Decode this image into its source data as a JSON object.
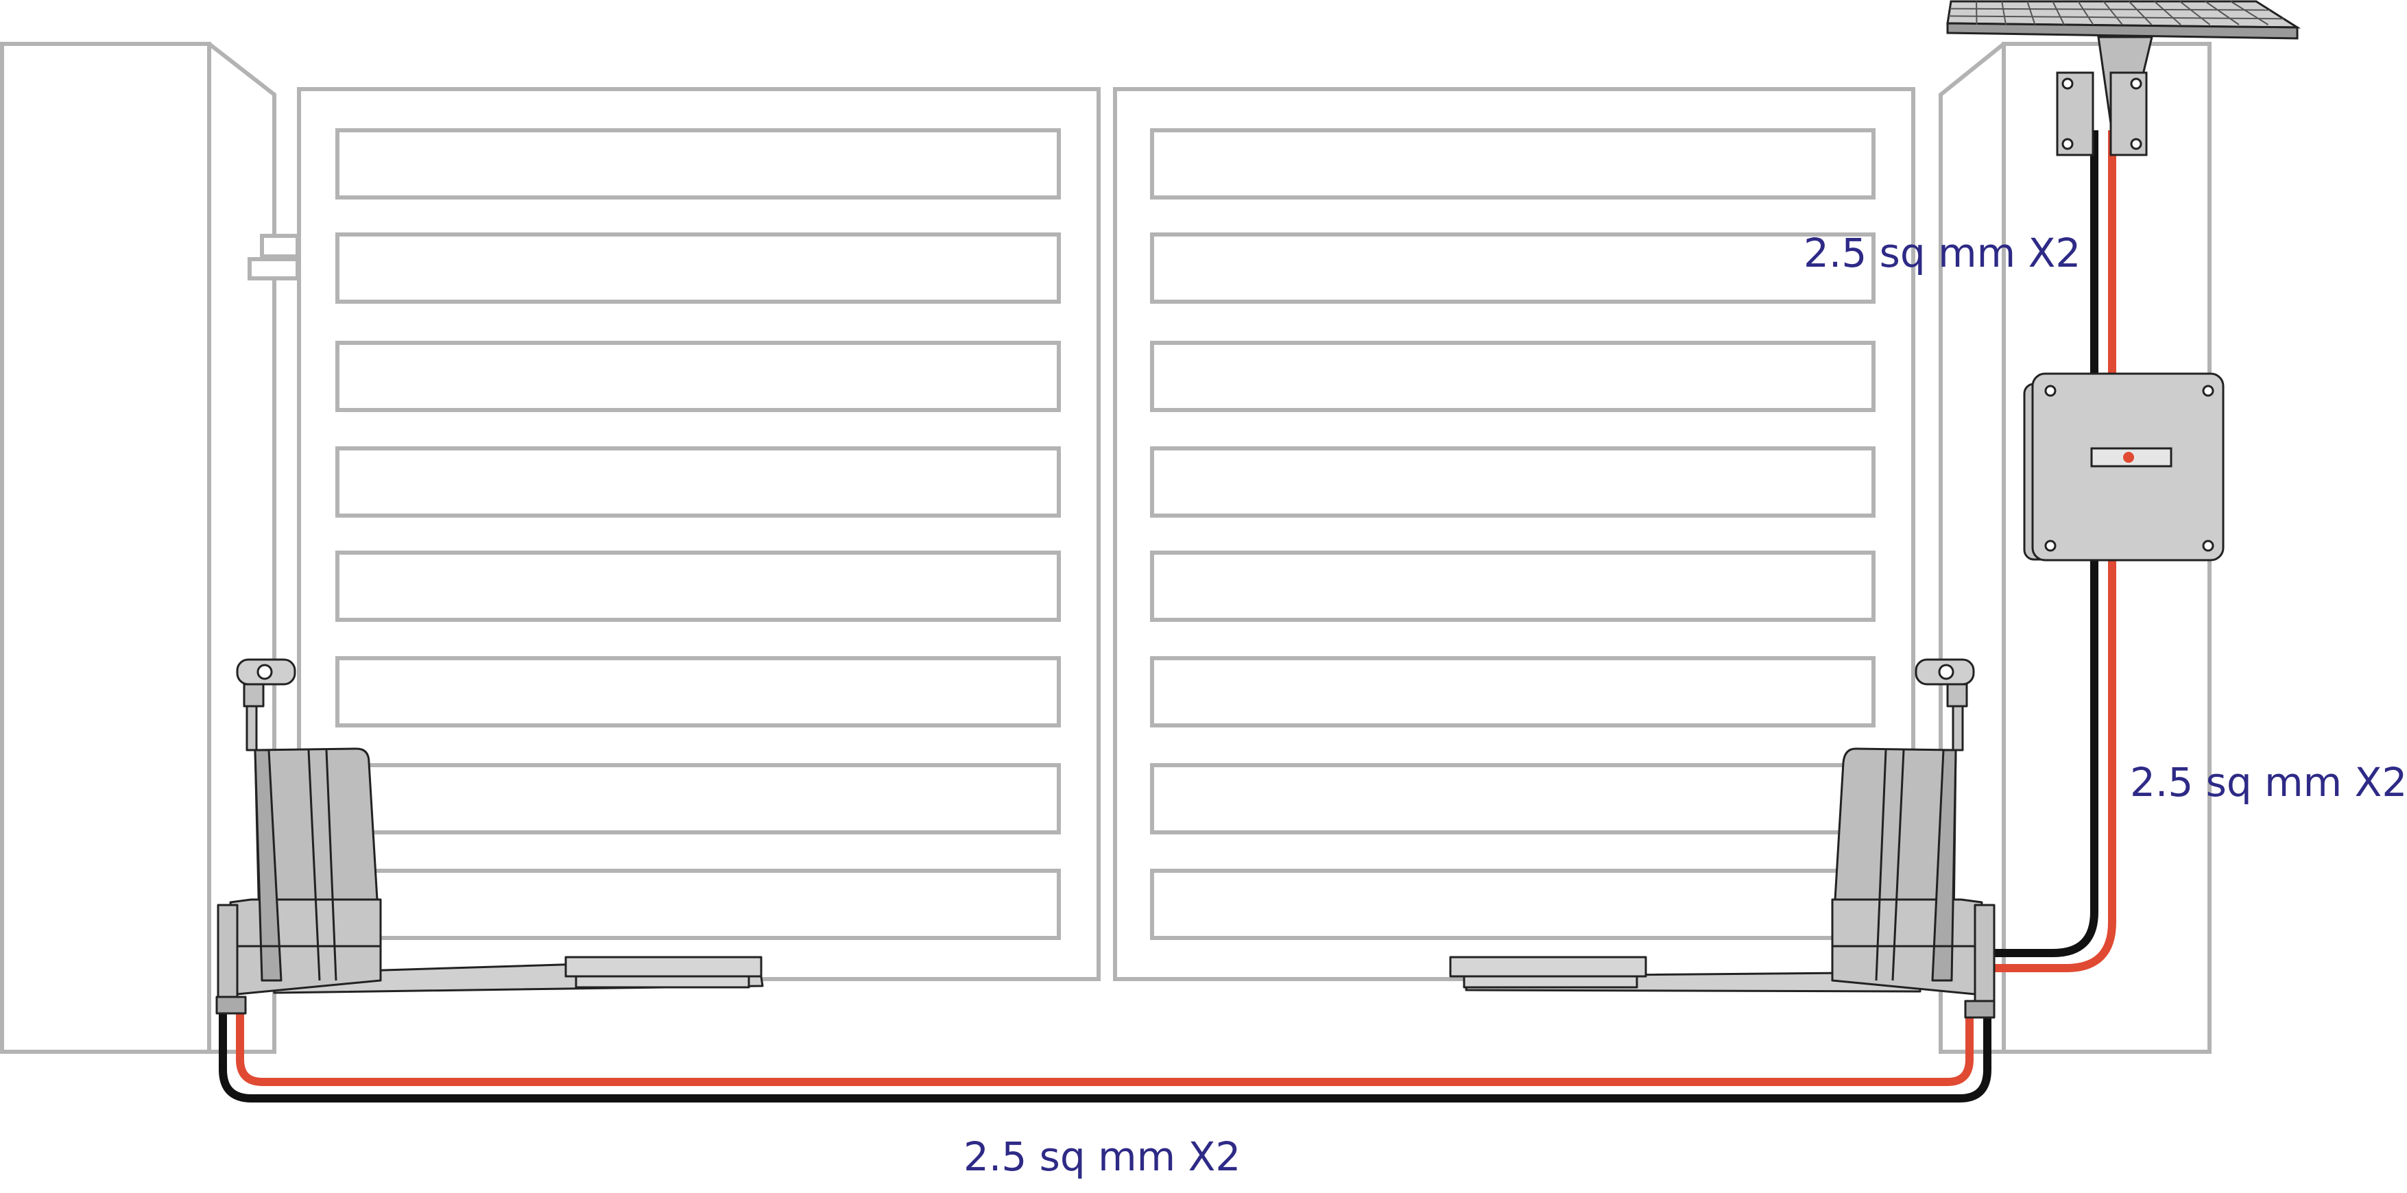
{
  "diagram": {
    "wire_labels": {
      "panel_to_box": "2.5 sq mm X2",
      "box_to_motor": "2.5 sq mm X2",
      "motor_to_motor": "2.5 sq mm X2"
    },
    "colors": {
      "outline_gray": "#b3b3b3",
      "motor_gray": "#c8c8c8",
      "wire_red": "#e04a33",
      "wire_black": "#111111",
      "label_blue": "#2e2a86"
    }
  }
}
